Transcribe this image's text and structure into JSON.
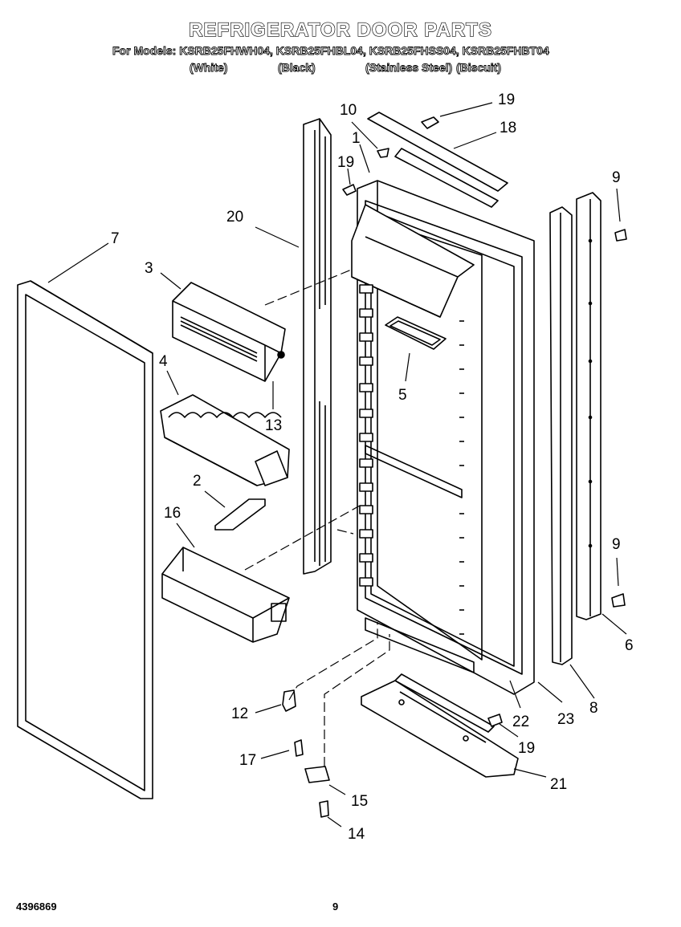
{
  "header": {
    "title": "REFRIGERATOR DOOR PARTS",
    "models_line": "For Models: KSRB25FHWH04, KSRB25FHBL04, KSRB25FHSS04, KSRB25FHBT04",
    "variants": [
      "(White)",
      "(Black)",
      "(Stainless Steel)",
      "(Biscuit)"
    ]
  },
  "callouts": {
    "c1": "1",
    "c2": "2",
    "c3": "3",
    "c4": "4",
    "c5": "5",
    "c6": "6",
    "c7": "7",
    "c8": "8",
    "c9a": "9",
    "c9b": "9",
    "c10": "10",
    "c12": "12",
    "c13": "13",
    "c14": "14",
    "c15": "15",
    "c16": "16",
    "c17": "17",
    "c18": "18",
    "c19a": "19",
    "c19b": "19",
    "c19c": "19",
    "c20": "20",
    "c21": "21",
    "c22": "22",
    "c23": "23"
  },
  "footer": {
    "doc_number": "4396869",
    "page_number": "9"
  }
}
